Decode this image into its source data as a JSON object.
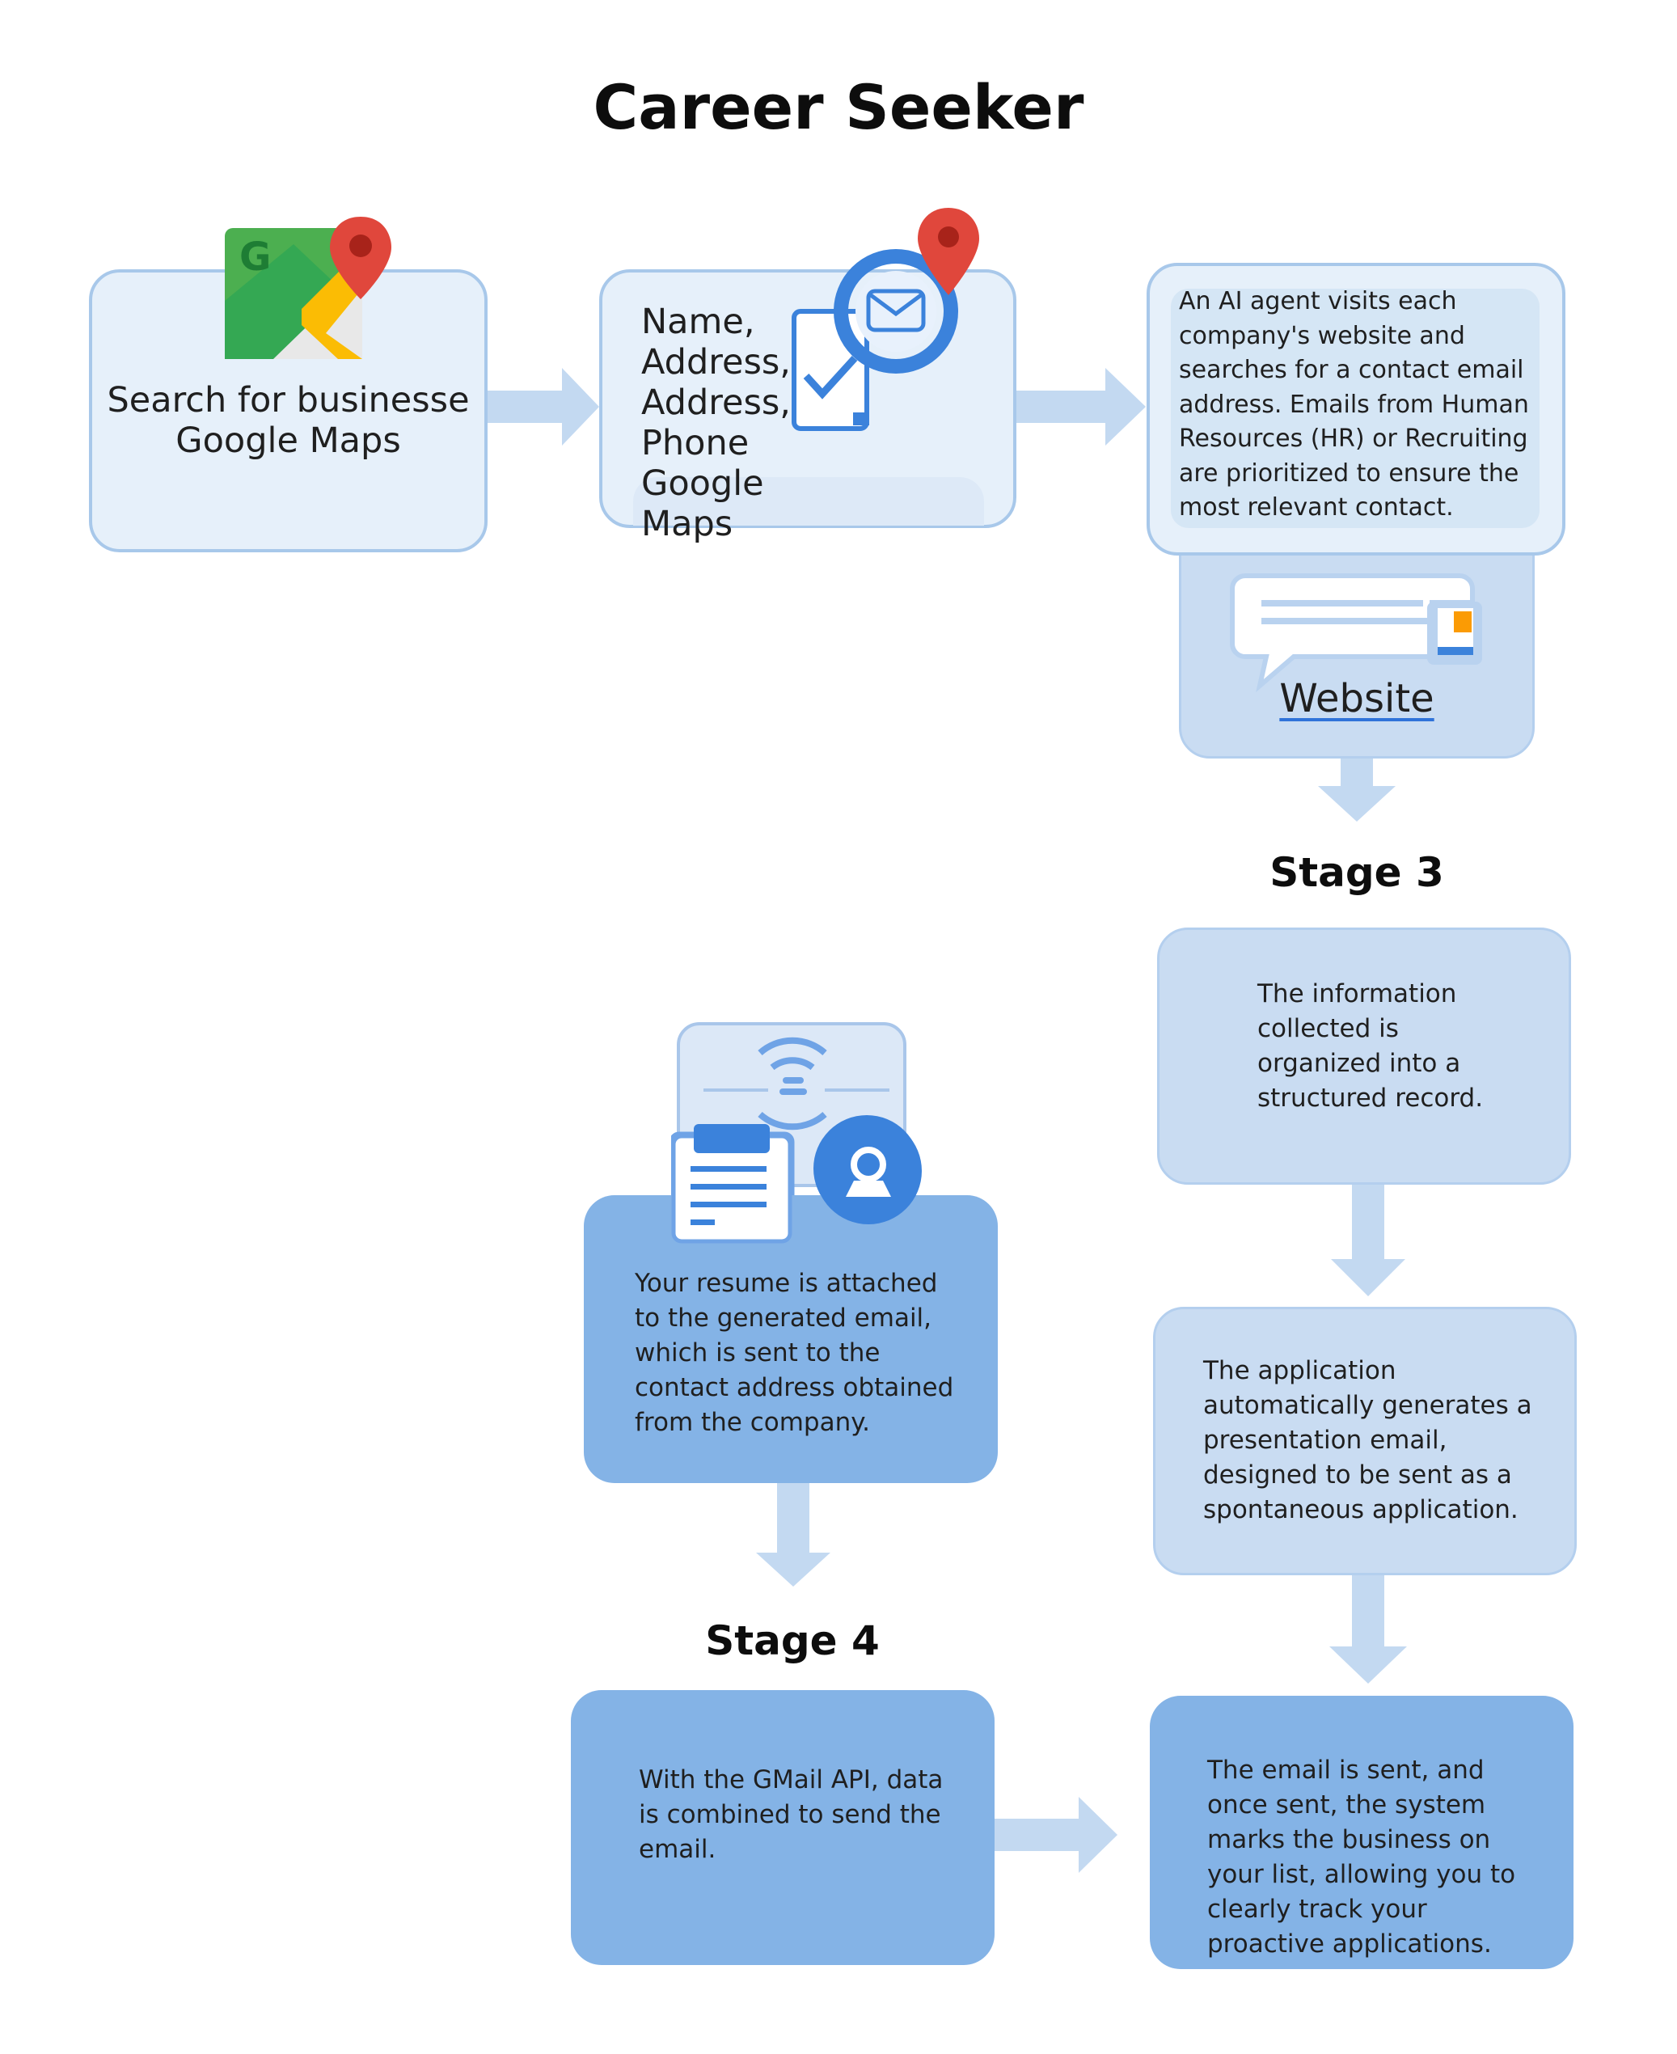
{
  "title": "Career Seeker",
  "steps": {
    "search": {
      "text_line1": "Search for businesse",
      "text_line2": "Google Maps",
      "icon": "google-maps-icon"
    },
    "extract": {
      "lines": [
        "Name,",
        "Address,",
        "Address,",
        "Phone",
        "Google Maps"
      ],
      "icon": "contact-card-icon"
    },
    "ai_agent": {
      "text": "An AI agent visits each company's website and searches for a contact email address. Emails from Human Resources (HR) or Recruiting are prioritized to ensure the most relevant contact."
    },
    "website": {
      "label": "Website",
      "icon": "chat-bubble-icon"
    },
    "stage3": {
      "label": "Stage 3"
    },
    "organize": {
      "text": "The information collected is organized into a structured record."
    },
    "generate": {
      "text": "The application automatically generates a presentation email, designed to be sent as a spontaneous application."
    },
    "resume": {
      "text": "Your resume is attached to the generated email, which is sent to the contact address obtained from the company.",
      "icon": "resume-attach-icon"
    },
    "stage4": {
      "label": "Stage 4"
    },
    "gmail": {
      "text": "With the GMail API, data is combined to send the email."
    },
    "track": {
      "text": "The email is sent, and once sent, the system marks the business on your list, allowing you to clearly track your proactive applications."
    }
  },
  "colors": {
    "light_box": "#e6f0fa",
    "mid_box": "#c9dcf2",
    "deep_box": "#84b3e6",
    "arrow": "#c3d9f1",
    "accent_blue": "#3b82db",
    "map_red": "#e0473c"
  }
}
